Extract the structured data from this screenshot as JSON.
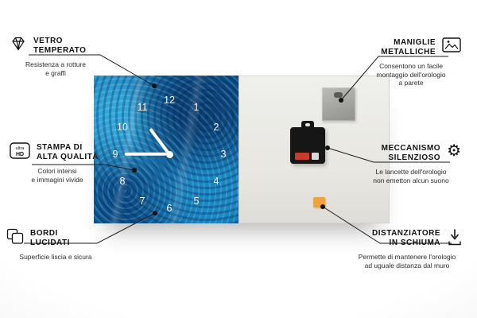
{
  "colors": {
    "clock_blue": "#1173ae",
    "back_panel_gray": "#e9e8e3",
    "foam_orange": "#f0a23c",
    "battery_red": "#c63b2a",
    "line_black": "#1a1a1a"
  },
  "clock": {
    "numbers": [
      "12",
      "1",
      "2",
      "3",
      "4",
      "5",
      "6",
      "7",
      "8",
      "9",
      "10",
      "11"
    ]
  },
  "icons": {
    "ultrahd": {
      "line1": "ultra",
      "line2": "HD"
    },
    "gear": "⚙"
  },
  "callouts": {
    "left": [
      {
        "title_lines": [
          "VETRO",
          "TEMPERATO"
        ],
        "desc_lines": [
          "Resistenza a rotture",
          "e graffi"
        ]
      },
      {
        "title_lines": [
          "STAMPA DI",
          "ALTA QUALITÀ"
        ],
        "desc_lines": [
          "Colori intensi",
          "e immagini vivide"
        ]
      },
      {
        "title_lines": [
          "BORDI",
          "LUCIDATI"
        ],
        "desc_lines": [
          "Superficie liscia e sicura"
        ]
      }
    ],
    "right": [
      {
        "title_lines": [
          "MANIGLIE",
          "METALLICHE"
        ],
        "desc_lines": [
          "Consentono un facile",
          "montaggio dell'orologio",
          "a parete"
        ]
      },
      {
        "title_lines": [
          "MECCANISMO",
          "SILENZIOSO"
        ],
        "desc_lines": [
          "Le lancette dell'orologio",
          "non emetton alcun suono"
        ]
      },
      {
        "title_lines": [
          "DISTANZIATORE",
          "IN SCHIUMA"
        ],
        "desc_lines": [
          "Permette di mantenere l'orologio",
          "ad uguale distanza dal muro"
        ]
      }
    ]
  }
}
